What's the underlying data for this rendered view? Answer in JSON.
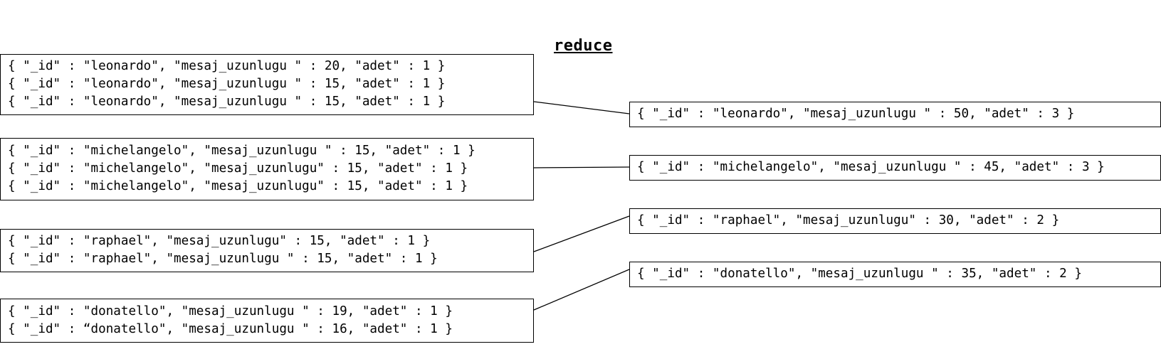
{
  "title": "reduce",
  "groups": [
    {
      "input_lines": [
        "{ \"_id\" : \"leonardo\", \"mesaj_uzunlugu \" : 20, \"adet\" : 1 }",
        "{ \"_id\" : \"leonardo\", \"mesaj_uzunlugu \" : 15, \"adet\" : 1 }",
        "{ \"_id\" : \"leonardo\", \"mesaj_uzunlugu \" : 15, \"adet\" : 1 }"
      ],
      "output_line": "{ \"_id\" : \"leonardo\", \"mesaj_uzunlugu \" : 50, \"adet\" : 3 }"
    },
    {
      "input_lines": [
        "{ \"_id\" : \"michelangelo\", \"mesaj_uzunlugu \" : 15, \"adet\" : 1 }",
        "{ \"_id\" : \"michelangelo\", \"mesaj_uzunlugu\" : 15, \"adet\" : 1 }",
        "{ \"_id\" : \"michelangelo\", \"mesaj_uzunlugu\" : 15, \"adet\" : 1 }"
      ],
      "output_line": "{ \"_id\" : \"michelangelo\", \"mesaj_uzunlugu \" : 45, \"adet\" : 3 }"
    },
    {
      "input_lines": [
        "{ \"_id\" : \"raphael\", \"mesaj_uzunlugu\" : 15, \"adet\" : 1 }",
        "{ \"_id\" : \"raphael\", \"mesaj_uzunlugu \" : 15, \"adet\" : 1 }"
      ],
      "output_line": "{ \"_id\" : \"raphael\", \"mesaj_uzunlugu\" : 30, \"adet\" : 2 }"
    },
    {
      "input_lines": [
        "{ \"_id\" : \"donatello\", \"mesaj_uzunlugu \" : 19, \"adet\" : 1 }",
        "{ \"_id\" : “donatello\", \"mesaj_uzunlugu \" : 16, \"adet\" : 1 }"
      ],
      "output_line": "{ \"_id\" : \"donatello\", \"mesaj_uzunlugu \" : 35, \"adet\" : 2 }"
    }
  ]
}
